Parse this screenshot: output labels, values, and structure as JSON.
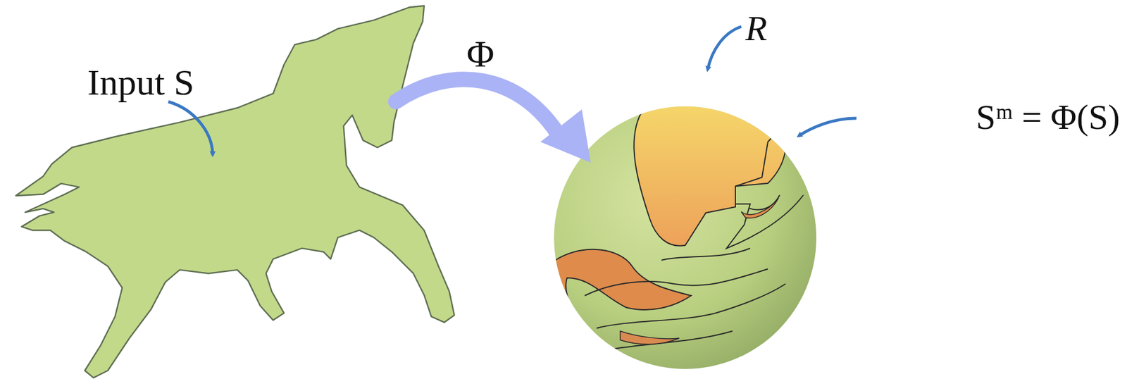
{
  "diagram": {
    "labels": [
      "Input S",
      "Φ",
      "R",
      "Sᵐ = Φ(S)"
    ]
  }
}
